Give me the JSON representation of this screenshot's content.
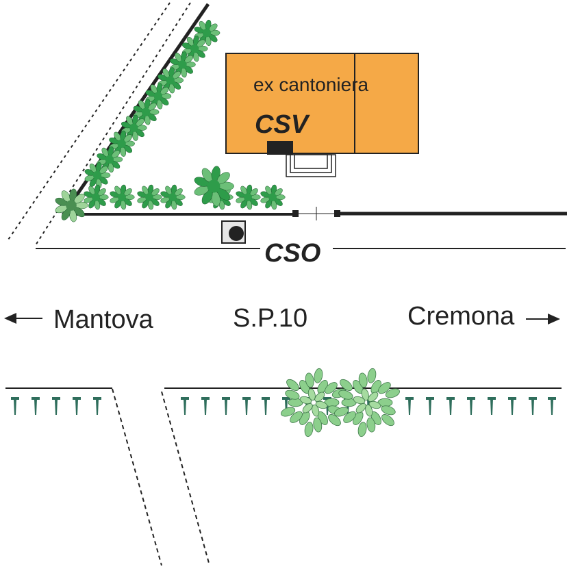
{
  "building": {
    "name": "ex cantoniera",
    "color": "#F5A947",
    "stroke": "#222222"
  },
  "labels": {
    "csv": "CSV",
    "cso": "CSO",
    "road": "S.P.10",
    "west": "Mantova",
    "east": "Cremona"
  },
  "icons": {
    "west_arrow": "arrow-left-icon",
    "east_arrow": "arrow-right-icon",
    "cso_marker": "station-marker-icon",
    "csv_marker": "station-marker-icon"
  },
  "colors": {
    "road_line": "#222222",
    "bush_dark": "#2e9c4a",
    "bush_light": "#6cbf78",
    "tree_canopy": "#8ccf8c",
    "hedge": "#2f6e5c"
  }
}
